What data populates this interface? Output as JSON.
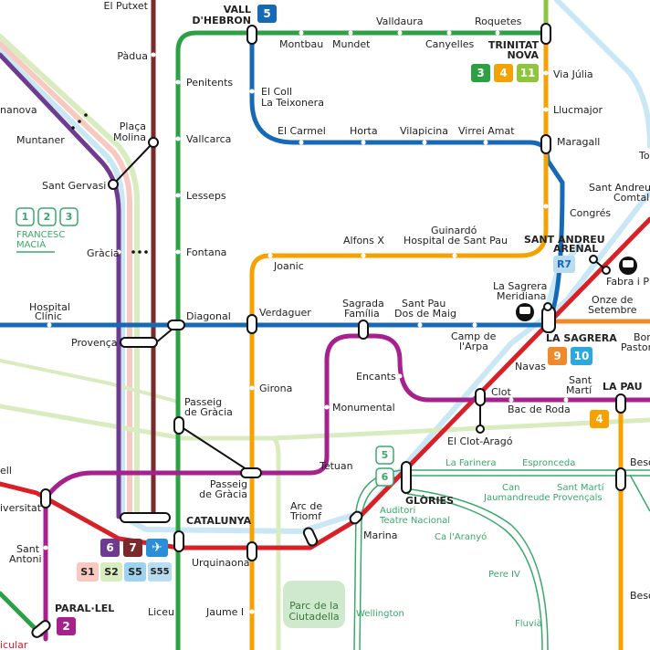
{
  "colors": {
    "l1": "#d92027",
    "l2": "#a6218d",
    "l3": "#2da046",
    "l4": "#f5a200",
    "l5": "#1569b5",
    "l6": "#6d3b8f",
    "l7": "#7a2a2a",
    "l9l10": "#f0892a",
    "l11": "#8fc53d",
    "fgc_light": "#c9e7f5",
    "fgc_pink": "#f7c9c0",
    "fgc_green": "#d8ecc0",
    "tram": "#3aa86a",
    "park": "#cfe9cf"
  },
  "stations": {
    "el_putxet": "El Putxet",
    "padua": "Pàdua",
    "placa_molina_1": "Plaça",
    "placa_molina_2": "Molina",
    "muntaner": "Muntaner",
    "bonanova": "nanova",
    "sant_gervasi": "Sant Gervasi",
    "gracia": "Gràcia",
    "provenca": "Provença",
    "hospital_clinic_1": "Hospital",
    "hospital_clinic_2": "Clínic",
    "diagonal": "Diagonal",
    "penitents": "Penitents",
    "vallcarca": "Vallcarca",
    "lesseps": "Lesseps",
    "fontana": "Fontana",
    "passeig_gracia_a1": "Passeig",
    "passeig_gracia_a2": "de Gràcia",
    "passeig_gracia_b1": "Passeig",
    "passeig_gracia_b2": "de Gràcia",
    "catalunya": "CATALUNYA",
    "urquinaona": "Urquinaona",
    "jaume_i": "Jaume I",
    "liceu": "Liceu",
    "universitat": "iversitat",
    "sant_antoni_1": "Sant",
    "sant_antoni_2": "Antoni",
    "paral_lel": "PARAL·LEL",
    "funicular": "icular",
    "ell": "ell",
    "vall_hebron_1": "VALL",
    "vall_hebron_2": "D'HEBRON",
    "montbau": "Montbau",
    "mundet": "Mundet",
    "valldaura": "Valldaura",
    "canyelles": "Canyelles",
    "roquetes": "Roquetes",
    "trinitat_nova_1": "TRINITAT",
    "trinitat_nova_2": "NOVA",
    "via_julia": "Via Júlia",
    "llucmajor": "Llucmajor",
    "maragall": "Maragall",
    "el_coll_1": "El Coll",
    "el_coll_2": "La Teixonera",
    "el_carmel": "El Carmel",
    "horta": "Horta",
    "vilapicina": "Vilapicina",
    "virrei_amat": "Virrei Amat",
    "congres": "Congrés",
    "sant_andreu_1": "Sant Andreu",
    "sant_andreu_2": "Comtal",
    "to": "To",
    "alfons_x": "Alfons X",
    "guinardo_1": "Guinardó",
    "guinardo_2": "Hospital de Sant Pau",
    "joanic": "Joanic",
    "sant_andreu_arenal_1": "SANT ANDREU",
    "sant_andreu_arenal_2": "ARENAL",
    "fabra_puig": "Fabra i P",
    "la_sagrera_meridiana_1": "La Sagrera",
    "la_sagrera_meridiana_2": "Meridiana",
    "la_sagrera": "LA SAGRERA",
    "onze_setembre_1": "Onze de",
    "onze_setembre_2": "Setembre",
    "bon_pastor_1": "Bon",
    "bon_pastor_2": "Pastor",
    "verdaguer": "Verdaguer",
    "sagrada_familia_1": "Sagrada",
    "sagrada_familia_2": "Família",
    "sant_pau_1": "Sant Pau",
    "sant_pau_2": "Dos de Maig",
    "camp_arpa_1": "Camp de",
    "camp_arpa_2": "l'Arpa",
    "navas": "Navas",
    "encants": "Encants",
    "girona": "Girona",
    "monumental": "Monumental",
    "clot": "Clot",
    "sant_marti_1": "Sant",
    "sant_marti_2": "Martí",
    "la_pau": "LA PAU",
    "bac_de_roda": "Bac de Roda",
    "el_clot_arago": "El Clot-Aragó",
    "tetuan": "Tetuan",
    "besos": "Besò",
    "besos_mar": "Besò",
    "arc_triomf_1": "Arc de",
    "arc_triomf_2": "Triomf",
    "glories": "GLÒRIES",
    "marina": "Marina",
    "francesc_macia_1": "FRANCESC",
    "francesc_macia_2": "MACIÀ",
    "parc_ciutadella_1": "Parc de la",
    "parc_ciutadella_2": "Ciutadella"
  },
  "tram_stops": {
    "auditori_1": "Auditori",
    "auditori_2": "Teatre Nacional",
    "la_farinera": "La Farinera",
    "espronceda": "Espronceda",
    "can_jaumandreu_1": "Can",
    "can_jaumandreu_2": "Jaumandreu",
    "sant_marti_prov_1": "Sant Martí",
    "sant_marti_prov_2": "de Provençals",
    "ca_laranyo": "Ca l'Aranyó",
    "pere_iv": "Pere IV",
    "fluvia": "Fluvià",
    "wellington": "Wellington"
  },
  "badges": {
    "vall_hebron": "5",
    "trinitat_3": "3",
    "trinitat_4": "4",
    "trinitat_11": "11",
    "catalunya_6": "6",
    "catalunya_7": "7",
    "paral_lel_2": "2",
    "sagrera_9": "9",
    "sagrera_10": "10",
    "la_pau_4": "4",
    "tram_t5": "5",
    "tram_t6": "6",
    "tram_t1": "1",
    "tram_t2": "2",
    "tram_t3": "3",
    "rodalies_r7": "R7",
    "fgc_s1": "S1",
    "fgc_s2": "S2",
    "fgc_s5": "S5",
    "fgc_s55": "S55"
  },
  "icons": {
    "airport": "airplane-icon",
    "train": "train-icon"
  }
}
